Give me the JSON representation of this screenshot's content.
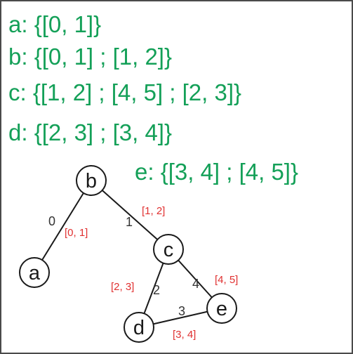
{
  "colors": {
    "assignment_text": "#14a058",
    "interval_label": "#e03030",
    "node_stroke": "#1a1a1a",
    "index_label": "#333333"
  },
  "assignments": [
    {
      "node": "a",
      "text": "a: {[0, 1]}"
    },
    {
      "node": "b",
      "text": "b: {[0, 1] ; [1, 2]}"
    },
    {
      "node": "c",
      "text": "c: {[1, 2] ; [4, 5] ; [2, 3]}"
    },
    {
      "node": "d",
      "text": "d: {[2, 3] ; [3, 4]}"
    },
    {
      "node": "e",
      "text": "e: {[3, 4] ; [4, 5]}"
    }
  ],
  "nodes": [
    {
      "id": "a",
      "label": "a"
    },
    {
      "id": "b",
      "label": "b"
    },
    {
      "id": "c",
      "label": "c"
    },
    {
      "id": "d",
      "label": "d"
    },
    {
      "id": "e",
      "label": "e"
    }
  ],
  "edges": [
    {
      "from": "b",
      "to": "a",
      "index": "0",
      "interval": "[0, 1]"
    },
    {
      "from": "b",
      "to": "c",
      "index": "1",
      "interval": "[1, 2]"
    },
    {
      "from": "c",
      "to": "d",
      "index": "2",
      "interval": "[2, 3]"
    },
    {
      "from": "d",
      "to": "e",
      "index": "3",
      "interval": "[3, 4]"
    },
    {
      "from": "c",
      "to": "e",
      "index": "4",
      "interval": "[4, 5]"
    }
  ]
}
